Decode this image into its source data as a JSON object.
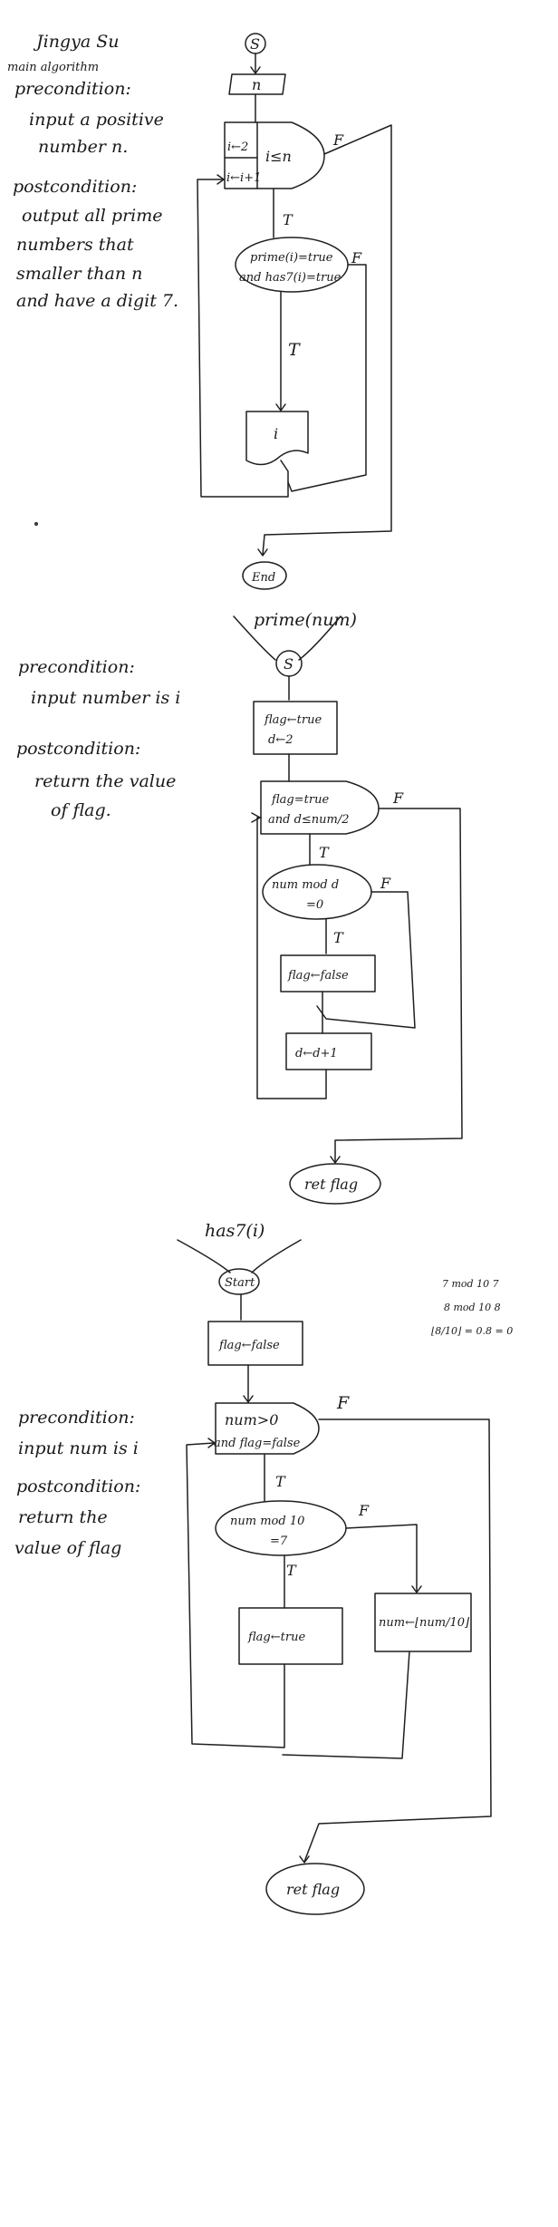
{
  "author": "Jingya Su",
  "main": {
    "heading": "main algorithm",
    "pre_title": "precondition:",
    "pre_lines": [
      "input a positive",
      "number n."
    ],
    "post_title": "postcondition:",
    "post_lines": [
      "output all prime",
      "numbers that",
      "smaller than n",
      "and have a digit 7."
    ],
    "start": "S",
    "input": "n",
    "init": "i←2",
    "incr": "i←i+1",
    "cond": "i≤n",
    "cond_false": "F",
    "test_line1": "prime(i)=true",
    "test_line2": "and has7(i)=true",
    "test_true": "T",
    "test_false": "F",
    "output": "i",
    "end": "End"
  },
  "prime": {
    "name": "prime(num)",
    "pre_title": "precondition:",
    "pre_lines": [
      "input number is i"
    ],
    "post_title": "postcondition:",
    "post_lines": [
      "return the value",
      "of flag."
    ],
    "start": "S",
    "init_line1": "flag←true",
    "init_line2": "d←2",
    "loop_line1": "flag=true",
    "loop_line2": "and d≤num/2",
    "loop_true": "T",
    "loop_false": "F",
    "mod_line1": "num mod d",
    "mod_line2": "=0",
    "mod_true": "T",
    "mod_false": "F",
    "set_false": "flag←false",
    "incr": "d←d+1",
    "ret": "ret flag"
  },
  "has7": {
    "name": "has7(i)",
    "pre_title": "precondition:",
    "pre_lines": [
      "input num is i"
    ],
    "post_title": "postcondition:",
    "post_lines": [
      "return the",
      "value of flag"
    ],
    "start": "Start",
    "init": "flag←false",
    "loop_line1": "num>0",
    "loop_line2": "and flag=false",
    "loop_true": "T",
    "loop_false": "F",
    "mod_line1": "num mod 10",
    "mod_line2": "=7",
    "mod_true": "T",
    "mod_false": "F",
    "set_true": "flag←true",
    "shift": "num←⌊num/10⌋",
    "ret": "ret flag"
  },
  "scratch": {
    "line1": "7 mod 10   7",
    "line2": "8 mod 10   8",
    "line3": "⌊8/10⌋ = 0.8 = 0"
  }
}
